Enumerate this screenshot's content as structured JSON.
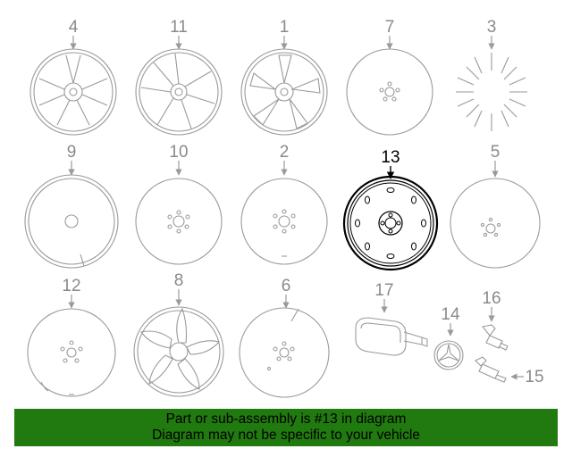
{
  "diagram": {
    "highlighted_part": "13",
    "parts": [
      {
        "callout": "4"
      },
      {
        "callout": "11"
      },
      {
        "callout": "1"
      },
      {
        "callout": "7"
      },
      {
        "callout": "3"
      },
      {
        "callout": "9"
      },
      {
        "callout": "10"
      },
      {
        "callout": "2"
      },
      {
        "callout": "13"
      },
      {
        "callout": "5"
      },
      {
        "callout": "12"
      },
      {
        "callout": "8"
      },
      {
        "callout": "6"
      },
      {
        "callout": "17"
      },
      {
        "callout": "14"
      },
      {
        "callout": "16"
      },
      {
        "callout": "15"
      }
    ]
  },
  "banner": {
    "line1": "Part or sub-assembly is #13 in diagram",
    "line2": "Diagram may not be specific to your vehicle",
    "background": "#217a0f"
  }
}
